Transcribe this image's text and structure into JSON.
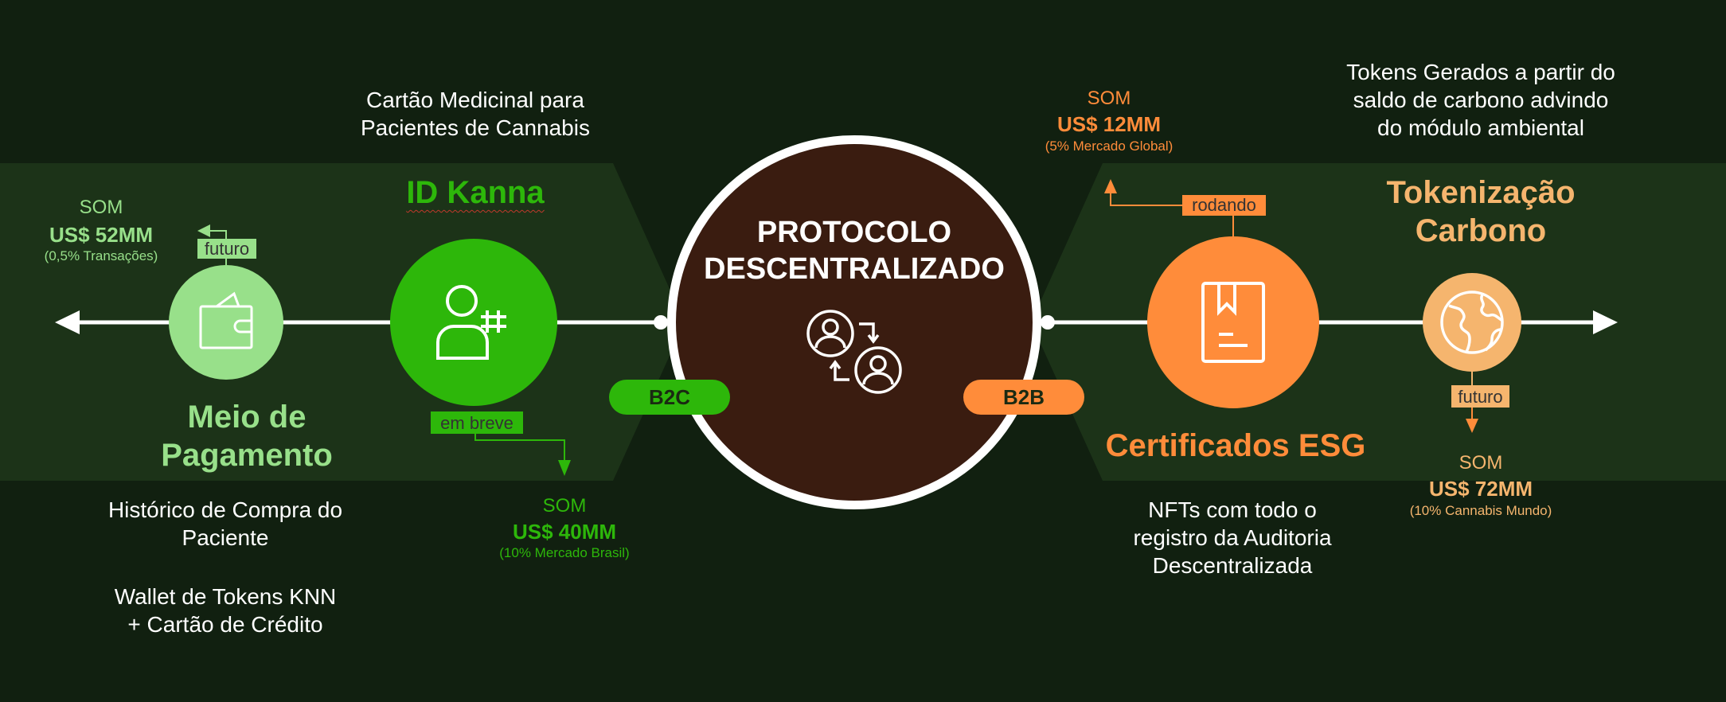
{
  "center": {
    "title_line1": "PROTOCOLO",
    "title_line2": "DESCENTRALIZADO",
    "icon": "users-exchange-icon"
  },
  "b2c_label": "B2C",
  "b2b_label": "B2B",
  "payment": {
    "title_line1": "Meio de",
    "title_line2": "Pagamento",
    "desc1_line1": "Histórico de Compra do",
    "desc1_line2": "Paciente",
    "desc2_line1": "Wallet de Tokens KNN",
    "desc2_line2": "+ Cartão de Crédito",
    "status": "futuro",
    "som_label": "SOM",
    "som_value": "US$ 52MM",
    "som_note": "(0,5% Transações)",
    "icon": "wallet-icon",
    "color": "#98e08a"
  },
  "idkanna": {
    "title": "ID Kanna",
    "desc_line1": "Cartão Medicinal para",
    "desc_line2": "Pacientes de Cannabis",
    "status": "em breve",
    "som_label": "SOM",
    "som_value": "US$ 40MM",
    "som_note": "(10% Mercado Brasil)",
    "icon": "user-id-icon",
    "color": "#2db70a"
  },
  "esg": {
    "title": "Certificados ESG",
    "desc_line1": "NFTs com todo o",
    "desc_line2": "registro da Auditoria",
    "desc_line3": "Descentralizada",
    "status": "rodando",
    "som_label": "SOM",
    "som_value": "US$ 12MM",
    "som_note": "(5% Mercado Global)",
    "icon": "certificate-icon",
    "color": "#ff8c3a"
  },
  "carbon": {
    "title_line1": "Tokenização",
    "title_line2": "Carbono",
    "desc_line1": "Tokens Gerados a partir do",
    "desc_line2": "saldo de carbono advindo",
    "desc_line3": "do módulo ambiental",
    "status": "futuro",
    "som_label": "SOM",
    "som_value": "US$ 72MM",
    "som_note": "(10% Cannabis Mundo)",
    "icon": "globe-icon",
    "color": "#f5b56e"
  }
}
